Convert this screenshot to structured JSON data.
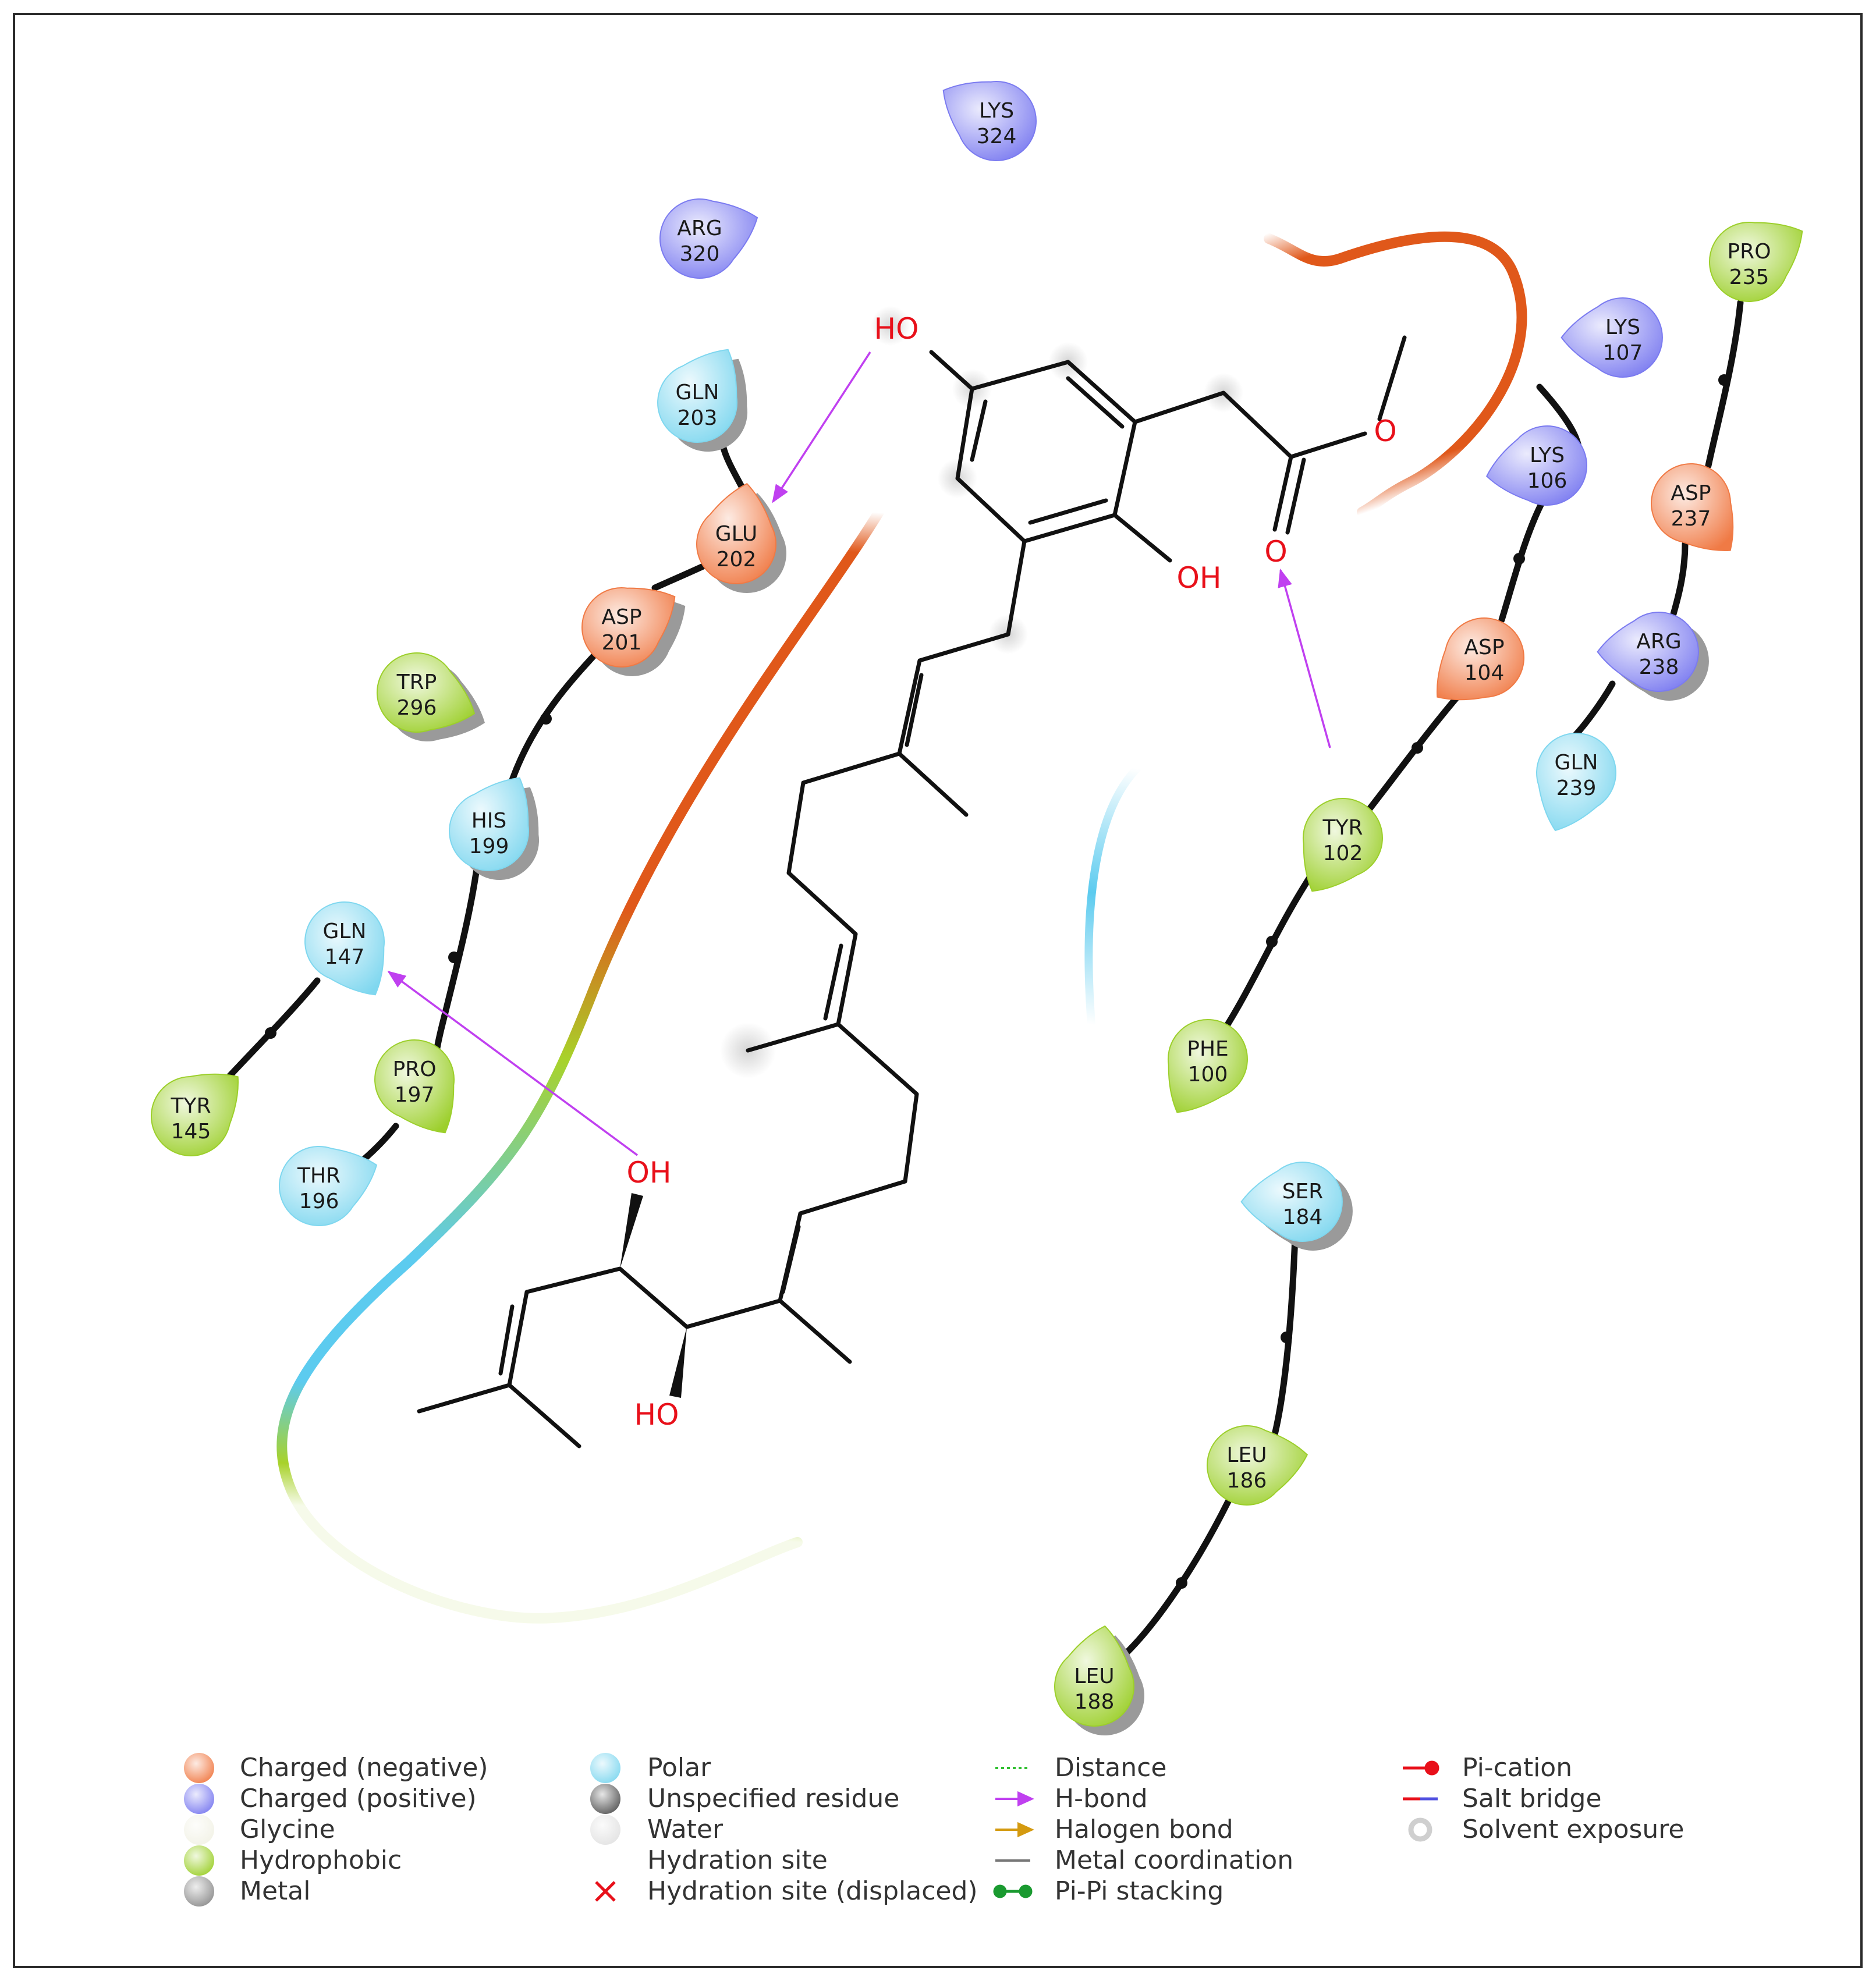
{
  "colors": {
    "negative": "#f07a45",
    "positive": "#7b7bf0",
    "glycine": "#f2f2e6",
    "hydrophobic": "#9ccf2b",
    "metal": "#8d8d8d",
    "polar": "#7fd7ef",
    "unspecified": "#555555",
    "water": "#e2e2e2",
    "hbond": "#c040f0",
    "pocket_negative": "#e0581a",
    "pocket_polar": "#5ccbef",
    "pocket_hydrophobic": "#a8d22a"
  },
  "residues": [
    {
      "id": "lys324",
      "name": "LYS",
      "num": "324",
      "type": "positive",
      "shadow": false
    },
    {
      "id": "arg320",
      "name": "ARG",
      "num": "320",
      "type": "positive",
      "shadow": false
    },
    {
      "id": "gln203",
      "name": "GLN",
      "num": "203",
      "type": "polar",
      "shadow": true
    },
    {
      "id": "glu202",
      "name": "GLU",
      "num": "202",
      "type": "negative",
      "shadow": true
    },
    {
      "id": "asp201",
      "name": "ASP",
      "num": "201",
      "type": "negative",
      "shadow": true
    },
    {
      "id": "trp296",
      "name": "TRP",
      "num": "296",
      "type": "hydrophobic",
      "shadow": true
    },
    {
      "id": "his199",
      "name": "HIS",
      "num": "199",
      "type": "polar",
      "shadow": true
    },
    {
      "id": "gln147",
      "name": "GLN",
      "num": "147",
      "type": "polar",
      "shadow": false
    },
    {
      "id": "pro197",
      "name": "PRO",
      "num": "197",
      "type": "hydrophobic",
      "shadow": false
    },
    {
      "id": "tyr145",
      "name": "TYR",
      "num": "145",
      "type": "hydrophobic",
      "shadow": false
    },
    {
      "id": "thr196",
      "name": "THR",
      "num": "196",
      "type": "polar",
      "shadow": false
    },
    {
      "id": "pro235",
      "name": "PRO",
      "num": "235",
      "type": "hydrophobic",
      "shadow": false
    },
    {
      "id": "lys107",
      "name": "LYS",
      "num": "107",
      "type": "positive",
      "shadow": false
    },
    {
      "id": "lys106",
      "name": "LYS",
      "num": "106",
      "type": "positive",
      "shadow": false
    },
    {
      "id": "asp237",
      "name": "ASP",
      "num": "237",
      "type": "negative",
      "shadow": false
    },
    {
      "id": "asp104",
      "name": "ASP",
      "num": "104",
      "type": "negative",
      "shadow": false
    },
    {
      "id": "arg238",
      "name": "ARG",
      "num": "238",
      "type": "positive",
      "shadow": true
    },
    {
      "id": "gln239",
      "name": "GLN",
      "num": "239",
      "type": "polar",
      "shadow": false
    },
    {
      "id": "tyr102",
      "name": "TYR",
      "num": "102",
      "type": "hydrophobic",
      "shadow": false
    },
    {
      "id": "phe100",
      "name": "PHE",
      "num": "100",
      "type": "hydrophobic",
      "shadow": false
    },
    {
      "id": "ser184",
      "name": "SER",
      "num": "184",
      "type": "polar",
      "shadow": true
    },
    {
      "id": "leu186",
      "name": "LEU",
      "num": "186",
      "type": "hydrophobic",
      "shadow": false
    },
    {
      "id": "leu188",
      "name": "LEU",
      "num": "188",
      "type": "hydrophobic",
      "shadow": true
    }
  ],
  "ligand_atoms": {
    "ho_top": "HO",
    "oh_ring": "OH",
    "o_ester": "O",
    "o_carbonyl": "O",
    "oh_chain": "OH",
    "ho_chain": "HO"
  },
  "legend": {
    "col1": [
      {
        "label": "Charged (negative)",
        "swatch": "negative"
      },
      {
        "label": "Charged (positive)",
        "swatch": "positive"
      },
      {
        "label": "Glycine",
        "swatch": "glycine"
      },
      {
        "label": "Hydrophobic",
        "swatch": "hydrophobic"
      },
      {
        "label": "Metal",
        "swatch": "metal"
      }
    ],
    "col2": [
      {
        "label": "Polar",
        "swatch": "polar"
      },
      {
        "label": "Unspecified residue",
        "swatch": "unspecified"
      },
      {
        "label": "Water",
        "swatch": "water"
      },
      {
        "label": "Hydration site",
        "swatch": "none"
      },
      {
        "label": "Hydration site (displaced)",
        "swatch": "cross"
      }
    ],
    "col3": [
      {
        "label": "Distance",
        "swatch": "distance"
      },
      {
        "label": "H-bond",
        "swatch": "hbond"
      },
      {
        "label": "Halogen bond",
        "swatch": "halogen"
      },
      {
        "label": "Metal coordination",
        "swatch": "metalcoord"
      },
      {
        "label": "Pi-Pi stacking",
        "swatch": "pipi"
      }
    ],
    "col4": [
      {
        "label": "Pi-cation",
        "swatch": "pication"
      },
      {
        "label": "Salt bridge",
        "swatch": "saltbridge"
      },
      {
        "label": "Solvent exposure",
        "swatch": "solvent"
      }
    ]
  }
}
